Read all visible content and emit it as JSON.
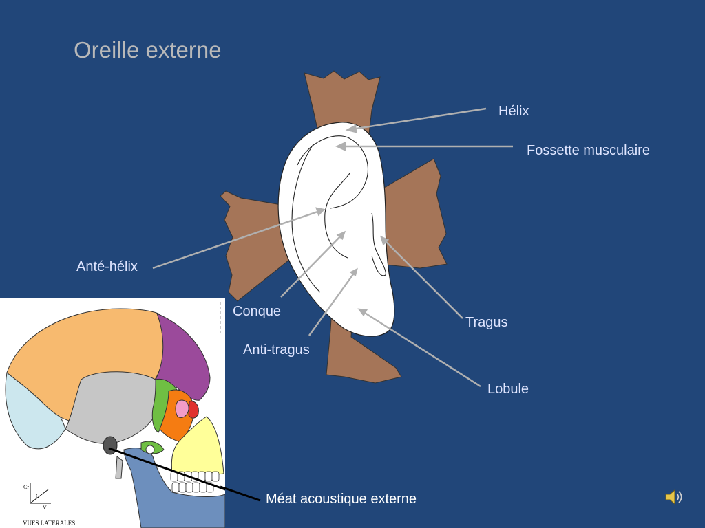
{
  "slide": {
    "title": "Oreille externe",
    "labels": {
      "helix": "Hélix",
      "fossette": "Fossette musculaire",
      "ante_helix": "Anté-hélix",
      "conque": "Conque",
      "anti_tragus": "Anti-tragus",
      "tragus": "Tragus",
      "lobule": "Lobule",
      "meat": "Méat acoustique externe"
    },
    "skull_panel": {
      "caption": "VUES LATERALES",
      "axis_labels": [
        "Cr",
        "G",
        "V"
      ]
    },
    "icons": [
      "speaker-icon"
    ],
    "colors": {
      "background": "#214679",
      "title": "#b9b9b9",
      "label": "#dfe5ff",
      "muscle": "#a57558",
      "pointer": "#b0b0b0"
    }
  }
}
